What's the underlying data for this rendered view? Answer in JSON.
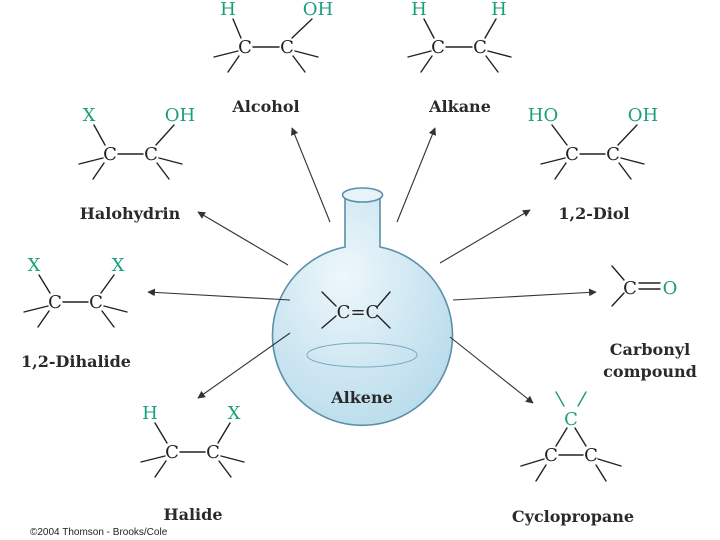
{
  "labels": {
    "alkene": "Alkene",
    "alcohol": "Alcohol",
    "alkane": "Alkane",
    "halohydrin": "Halohydrin",
    "diol": "1,2-Diol",
    "dihalide": "1,2-Dihalide",
    "carbonyl_line1": "Carbonyl",
    "carbonyl_line2": "compound",
    "halide": "Halide",
    "cyclopropane": "Cyclopropane"
  },
  "atoms": {
    "carbon": "C",
    "oxygen": "O",
    "hydrogen": "H",
    "hydroxyl": "OH",
    "hydroxyl_left": "HO",
    "halogen": "X",
    "double_bond": "C=C"
  },
  "copyright": "©2004 Thomson - Brooks/Cole",
  "colors": {
    "substituent": "#1a9e7a",
    "flask_fill": "#cfe6f2",
    "flask_stroke": "#5c8fa8"
  }
}
